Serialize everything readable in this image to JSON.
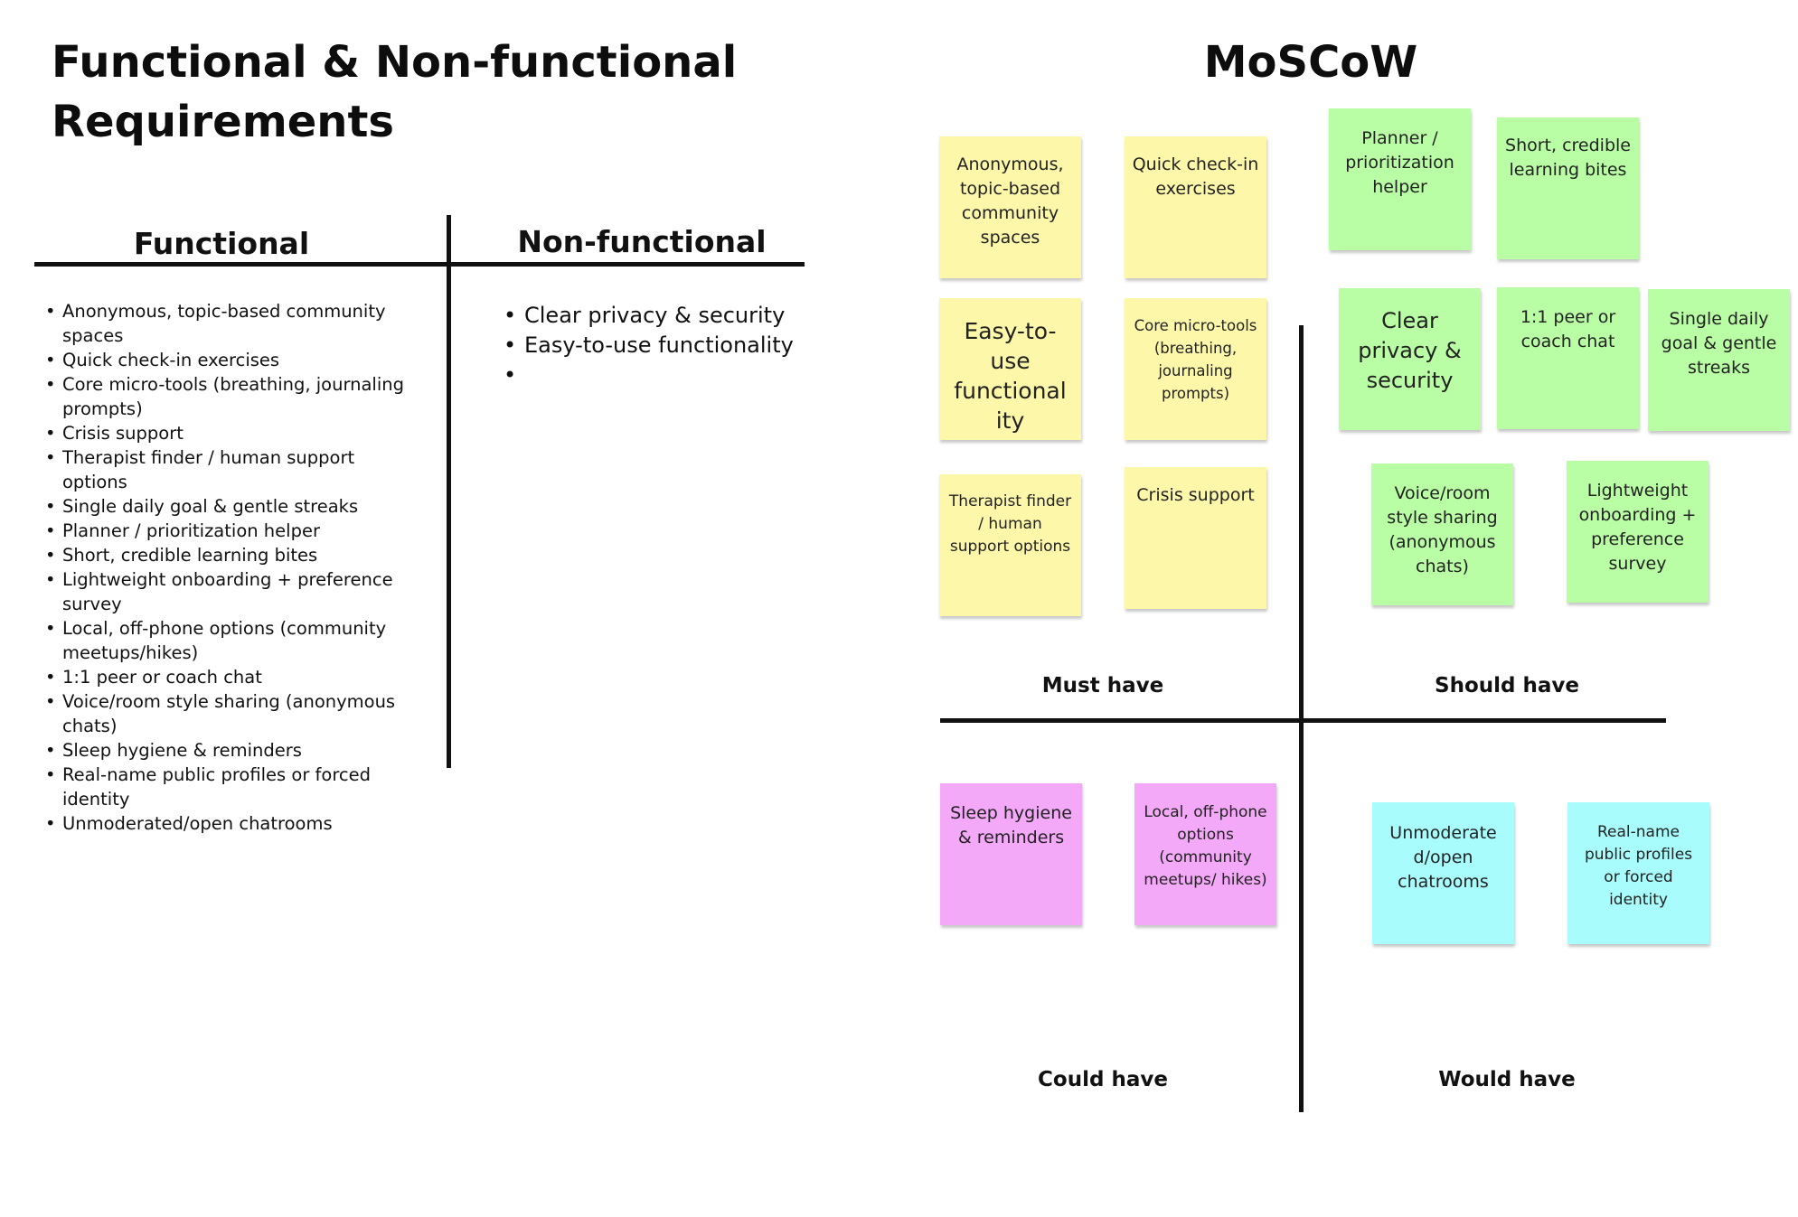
{
  "title": "Functional & Non-functional Requirements",
  "moscow_title": "MoSCoW",
  "colors": {
    "must": "#fdf8a9",
    "should": "#b9fda4",
    "could": "#f4a8f8",
    "would": "#a8fcfc",
    "line": "#111111"
  },
  "columns": {
    "functional": "Functional",
    "non_functional": "Non-functional"
  },
  "functional_items": [
    "Anonymous, topic-based community spaces",
    "Quick check-in exercises",
    "Core micro-tools (breathing, journaling prompts)",
    "Crisis support",
    "Therapist finder / human support options",
    "Single daily goal & gentle streaks",
    "Planner / prioritization helper",
    "Short, credible learning bites",
    "Lightweight onboarding + preference survey",
    "Local, off-phone options (community meetups/hikes)",
    "1:1 peer or coach chat",
    "Voice/room style sharing (anonymous chats)",
    "Sleep hygiene & reminders",
    "Real-name public profiles or forced identity",
    "Unmoderated/open chatrooms"
  ],
  "non_functional_items": [
    "Clear privacy & security",
    "Easy-to-use functionality",
    ""
  ],
  "quadrant_labels": {
    "must": "Must have",
    "should": "Should have",
    "could": "Could have",
    "would": "Would have"
  },
  "notes": {
    "must": [
      "Anonymous, topic-based community spaces",
      "Quick check-in exercises",
      "Easy-to-use functional ity",
      "Core micro-tools (breathing, journaling prompts)",
      "Therapist finder / human support options",
      "Crisis support"
    ],
    "should": [
      "Planner / prioritization helper",
      "Short, credible learning bites",
      "Clear privacy & security",
      "1:1 peer or coach chat",
      "Single daily goal & gentle streaks",
      "Voice/room style sharing (anonymous chats)",
      "Lightweight onboarding + preference survey"
    ],
    "could": [
      "Sleep hygiene & reminders",
      "Local, off-phone options (community meetups/ hikes)"
    ],
    "would": [
      "Unmoderate d/open chatrooms",
      "Real-name public profiles or forced identity"
    ]
  }
}
